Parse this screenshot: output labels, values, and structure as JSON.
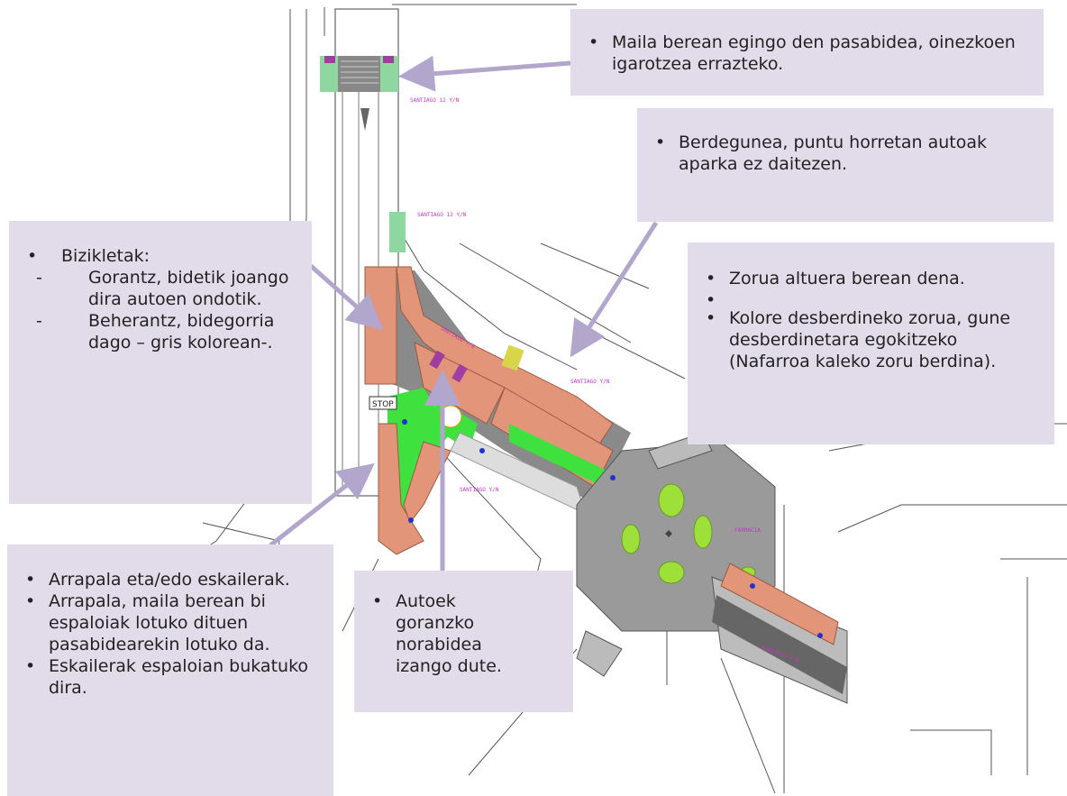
{
  "plan": {
    "stop_marking": "STOP",
    "street_labels": [
      "SANTIAGO 12 Y/N",
      "SANTIAGO 12 Y/N",
      "SANTIAGO Y/N",
      "SANTIAGO Y/N",
      "SANTIAGO Y/N",
      "FARMACIA",
      "SANTIAGO Y/N"
    ]
  },
  "callouts": {
    "crossing": {
      "items": [
        "Maila berean egingo den pasabidea, oinezkoen igarotzea errazteko."
      ]
    },
    "green": {
      "items": [
        "Berdegunea, puntu horretan autoak aparka ez daitezen."
      ]
    },
    "floor": {
      "items": [
        "Zorua altuera berean dena.",
        "Kolore desberdineko zorua, gune desberdinetara egokitzeko (Nafarroa kaleko zoru berdina)."
      ]
    },
    "bikes": {
      "title": "Bizikletak:",
      "subitems": [
        "Gorantz, bidetik joango dira autoen ondotik.",
        "Beherantz, bidegorria dago – gris kolorean-."
      ]
    },
    "ramp": {
      "items": [
        "Arrapala eta/edo eskailerak.",
        "Arrapala, maila berean bi espaloiak lotuko dituen pasabidearekin lotuko da.",
        "Eskailerak espaloian bukatuko dira."
      ]
    },
    "cars": {
      "items": [
        "Autoek goranzko norabidea izango dute."
      ]
    }
  },
  "colors": {
    "callout_bg": "#e2dcea",
    "arrow": "#b3a6cc",
    "paving": "#e3957a",
    "green_area": "#3fe13f",
    "asphalt": "#9a9a9a",
    "crossing_green": "#8fd7a0"
  }
}
